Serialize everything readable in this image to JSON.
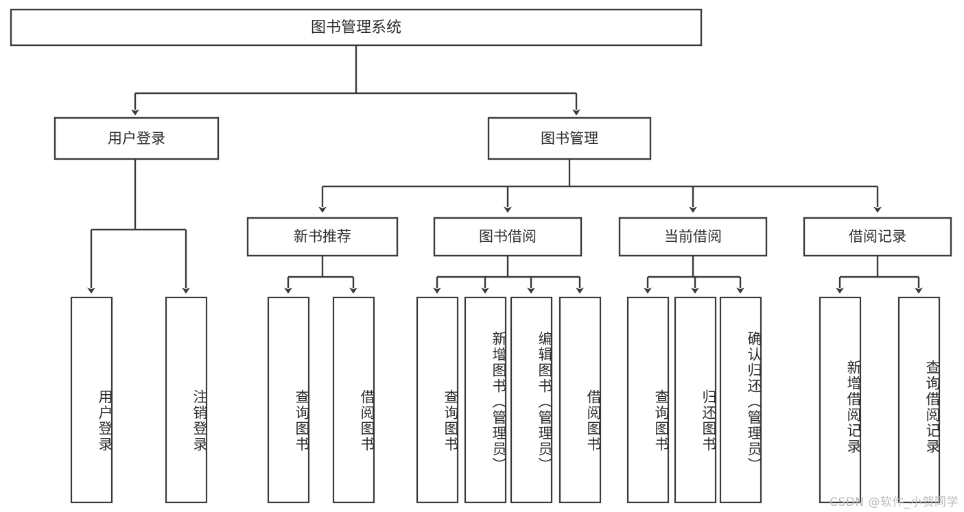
{
  "diagram": {
    "type": "tree",
    "title": "图书管理系统",
    "orientation": "top-down",
    "colors": {
      "background": "#ffffff",
      "box_fill": "#ffffff",
      "box_stroke": "#3a3a3a",
      "connector": "#3a3a3a",
      "text": "#2b2b2b",
      "watermark": "#b9b9b9"
    },
    "root": {
      "label": "图书管理系统"
    },
    "level2": [
      {
        "label": "用户登录"
      },
      {
        "label": "图书管理"
      }
    ],
    "level3": [
      {
        "label": "新书推荐"
      },
      {
        "label": "图书借阅"
      },
      {
        "label": "当前借阅"
      },
      {
        "label": "借阅记录"
      }
    ],
    "leaves": {
      "user_login": [
        {
          "label": "用户登录"
        },
        {
          "label": "注销登录"
        }
      ],
      "new_book_recommend": [
        {
          "label": "查询图书"
        },
        {
          "label": "借阅图书"
        }
      ],
      "book_borrow": [
        {
          "label": "查询图书"
        },
        {
          "label": "新增图书（管理员）"
        },
        {
          "label": "编辑图书（管理员）"
        },
        {
          "label": "借阅图书"
        }
      ],
      "current_borrow": [
        {
          "label": "查询图书"
        },
        {
          "label": "归还图书"
        },
        {
          "label": "确认归还（管理员）"
        }
      ],
      "borrow_record": [
        {
          "label": "新增借阅记录"
        },
        {
          "label": "查询借阅记录"
        }
      ]
    }
  },
  "watermark": {
    "text": "CSDN @软件_小贺同学"
  }
}
